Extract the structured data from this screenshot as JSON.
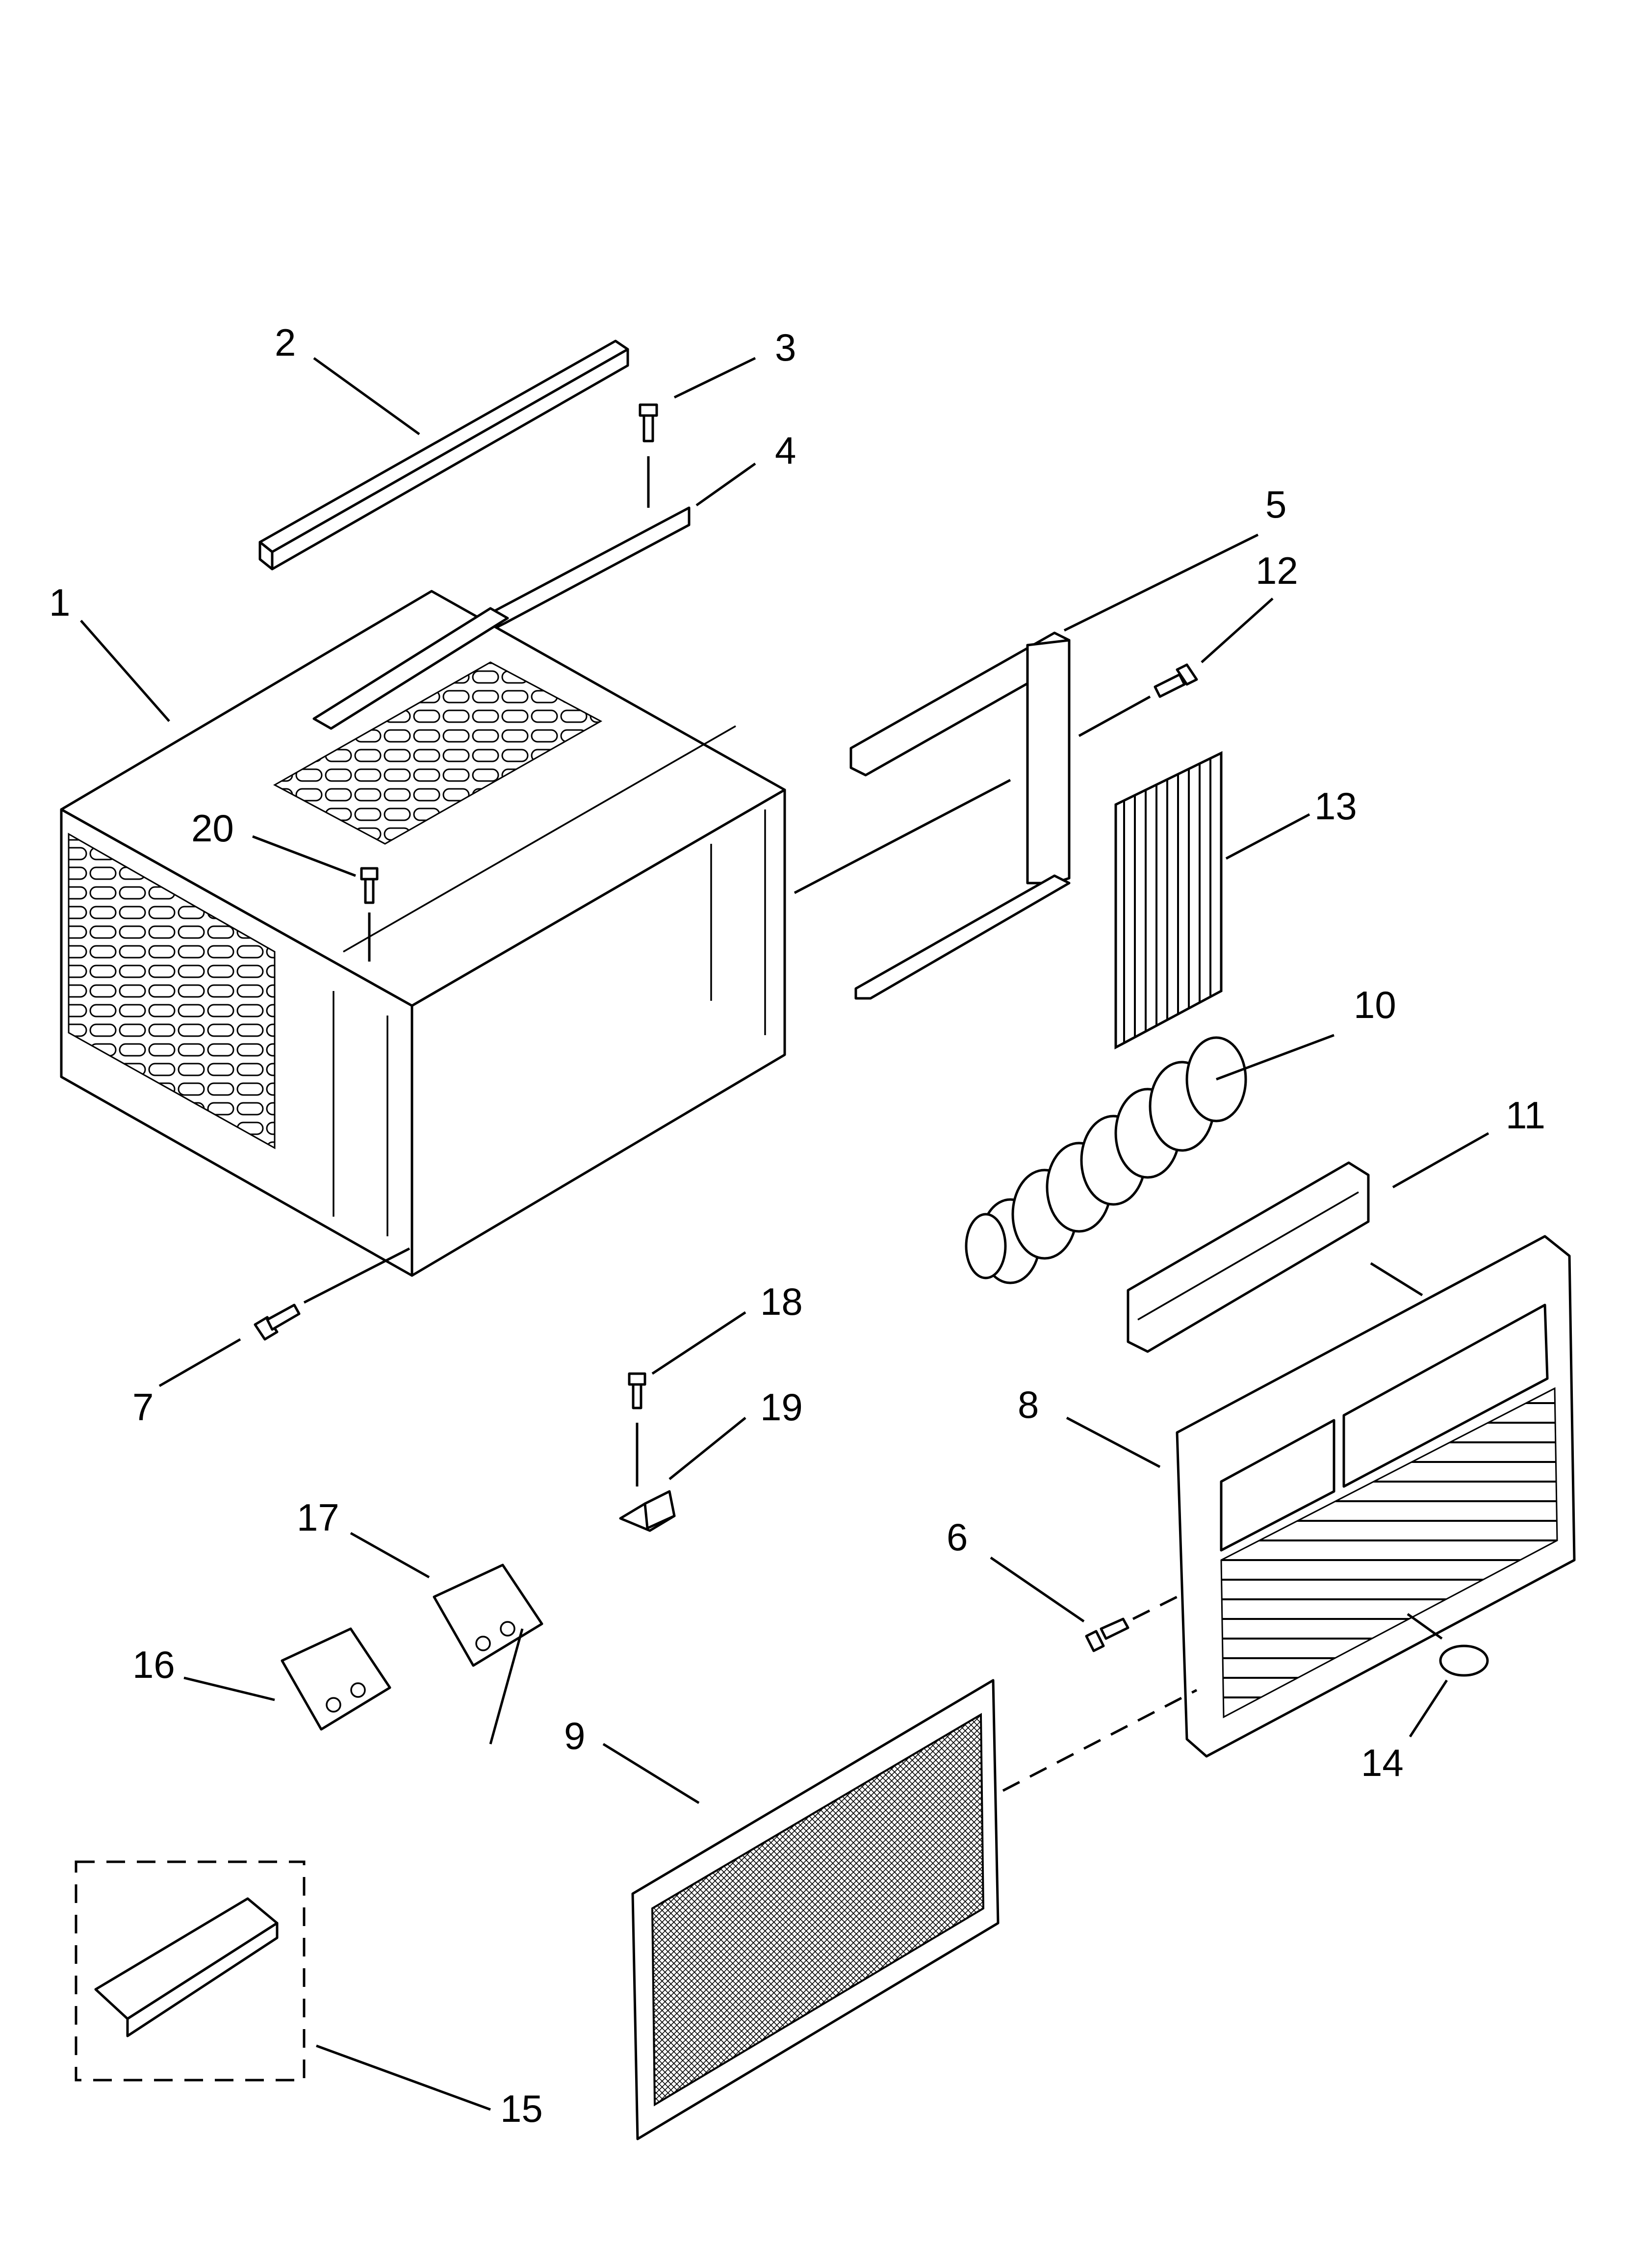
{
  "diagram": {
    "type": "exploded-parts-view",
    "callouts": [
      {
        "id": "1",
        "text": "1"
      },
      {
        "id": "2",
        "text": "2"
      },
      {
        "id": "3",
        "text": "3"
      },
      {
        "id": "4",
        "text": "4"
      },
      {
        "id": "5",
        "text": "5"
      },
      {
        "id": "6",
        "text": "6"
      },
      {
        "id": "7",
        "text": "7"
      },
      {
        "id": "8",
        "text": "8"
      },
      {
        "id": "9",
        "text": "9"
      },
      {
        "id": "10",
        "text": "10"
      },
      {
        "id": "11",
        "text": "11"
      },
      {
        "id": "12",
        "text": "12"
      },
      {
        "id": "13",
        "text": "13"
      },
      {
        "id": "14",
        "text": "14"
      },
      {
        "id": "15",
        "text": "15"
      },
      {
        "id": "16",
        "text": "16"
      },
      {
        "id": "17",
        "text": "17"
      },
      {
        "id": "18",
        "text": "18"
      },
      {
        "id": "19",
        "text": "19"
      },
      {
        "id": "20",
        "text": "20"
      }
    ]
  }
}
